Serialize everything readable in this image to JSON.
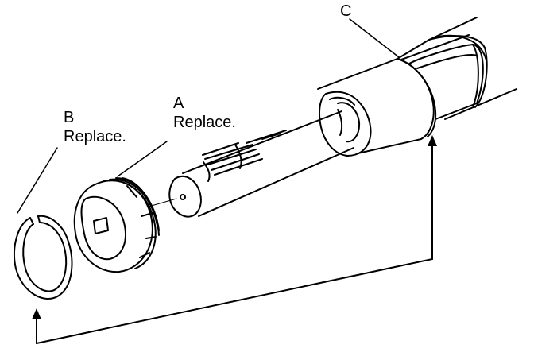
{
  "callouts": {
    "a": {
      "letter": "A",
      "note": "Replace."
    },
    "b": {
      "letter": "B",
      "note": "Replace."
    },
    "c": {
      "letter": "C"
    }
  }
}
